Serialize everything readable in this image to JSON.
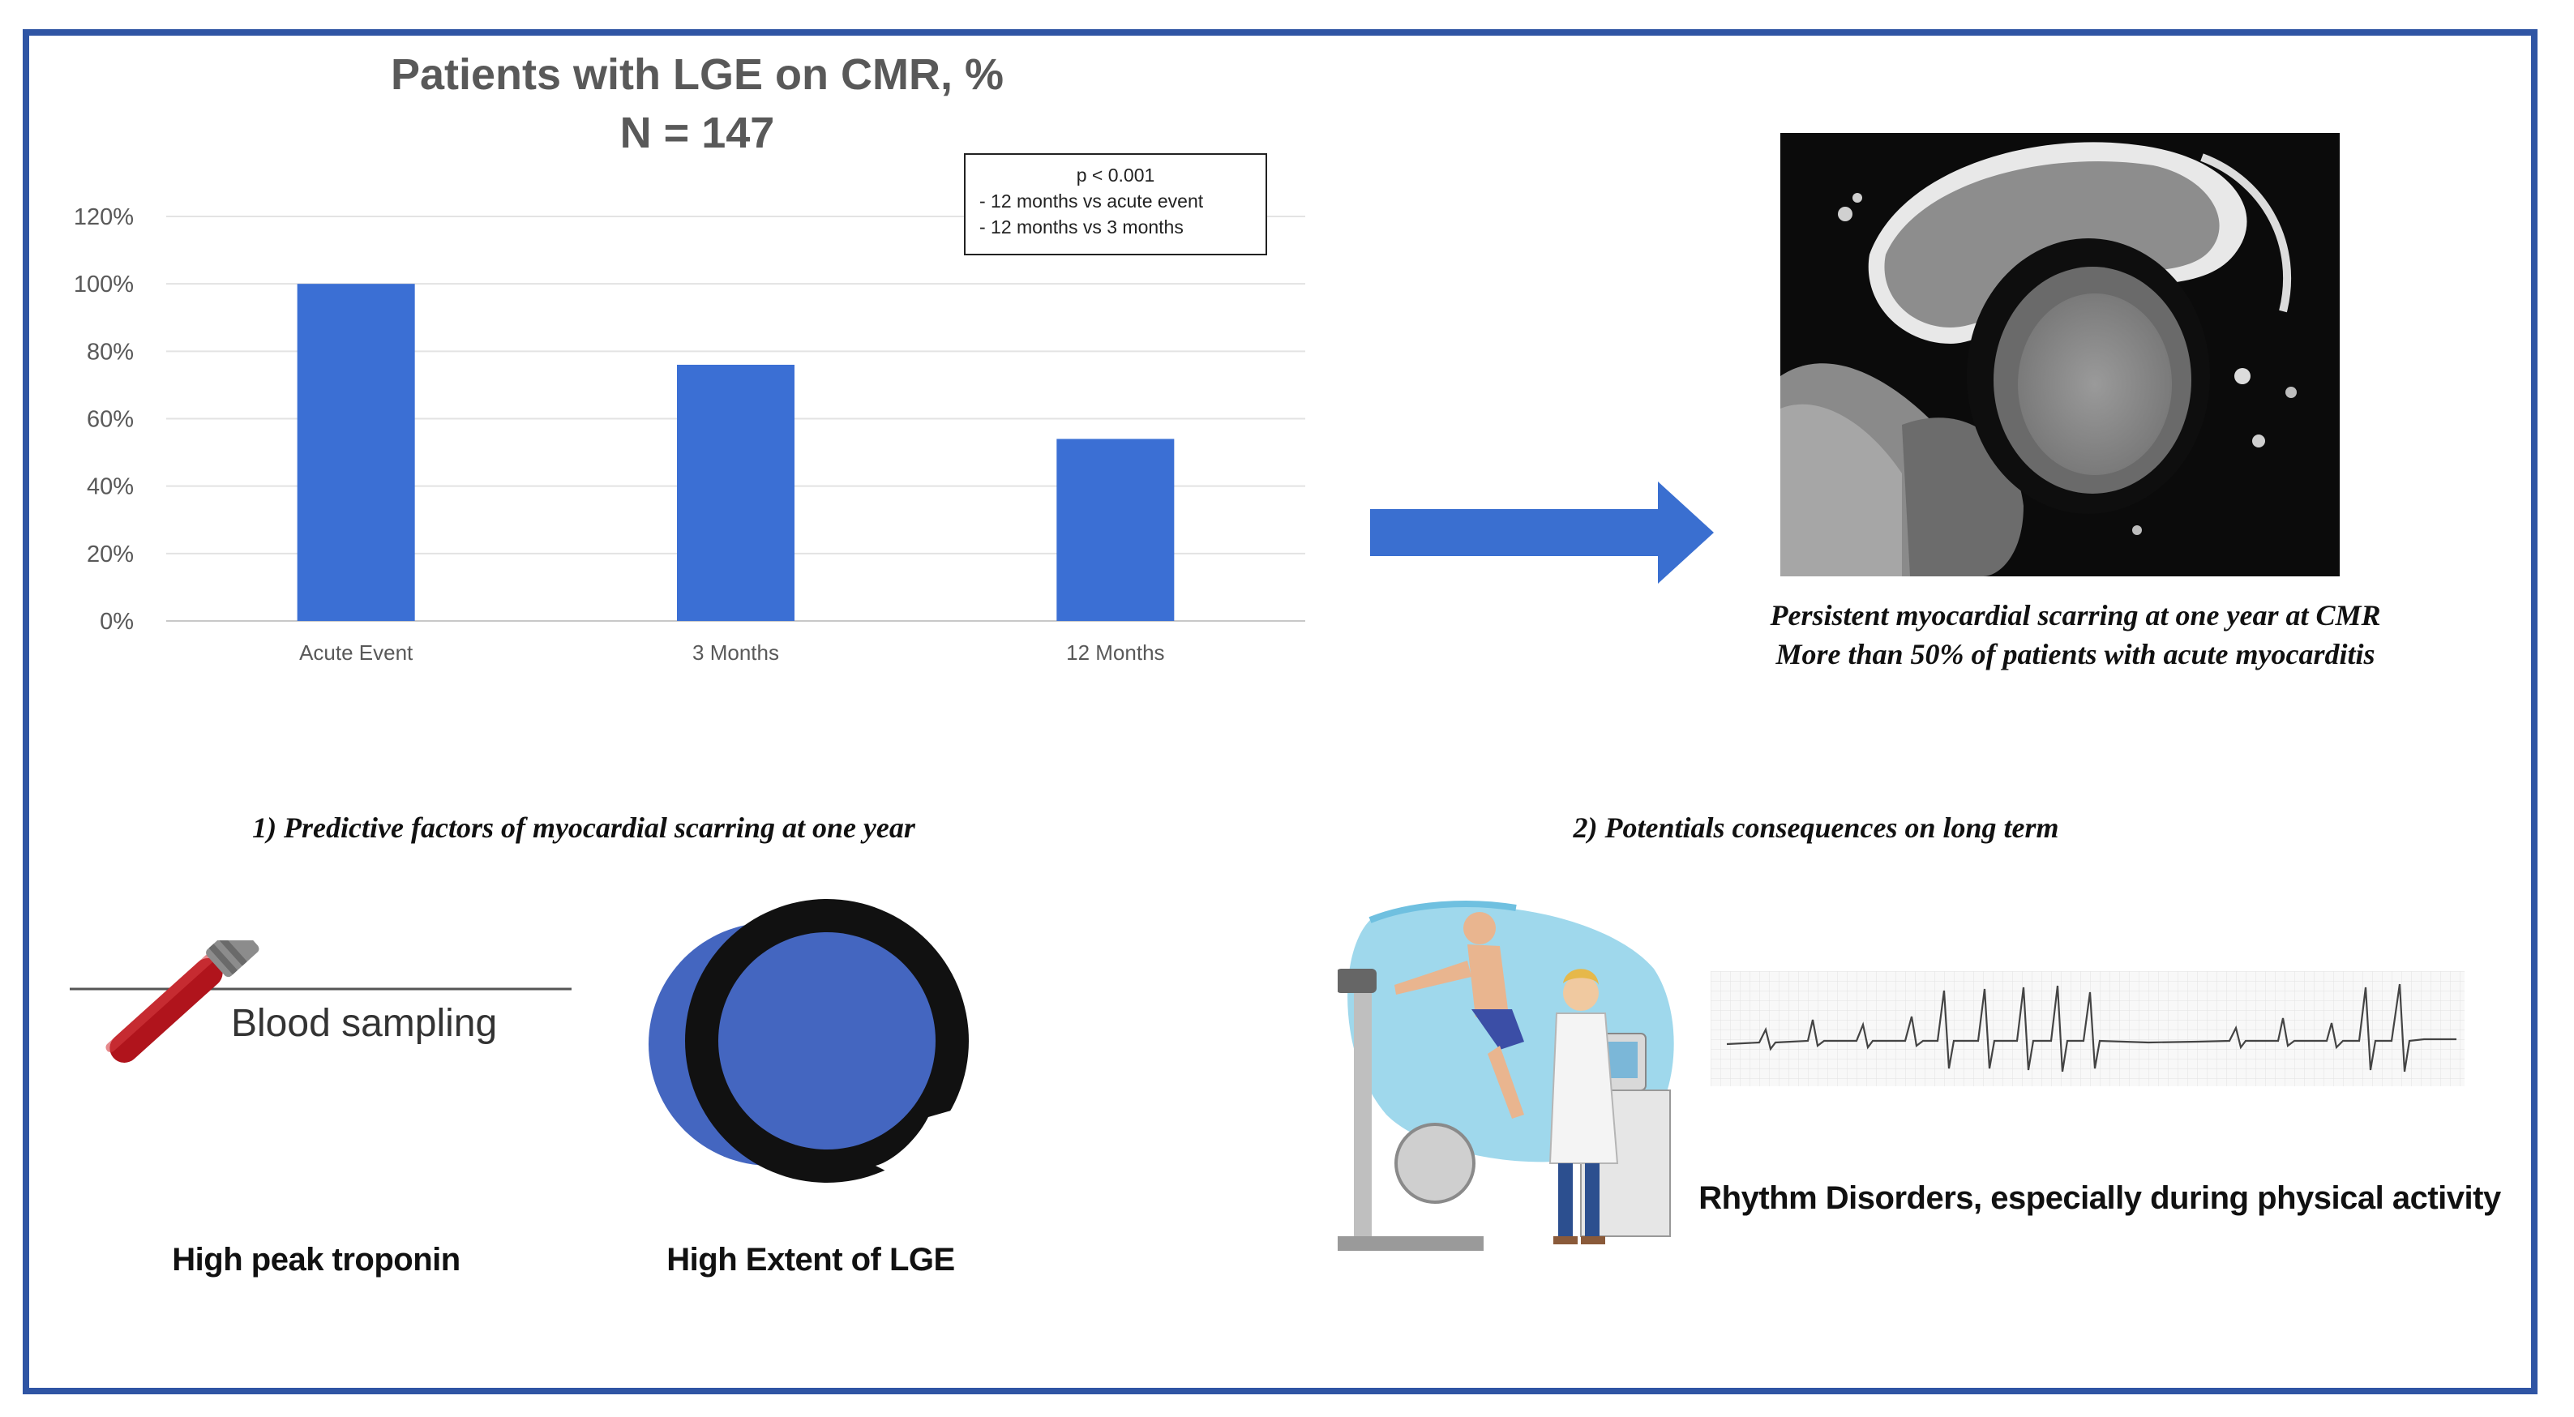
{
  "chart_data": {
    "type": "bar",
    "title": "Patients with LGE on CMR, %",
    "subtitle": "N = 147",
    "categories": [
      "Acute Event",
      "3 Months",
      "12 Months"
    ],
    "values": [
      100,
      76,
      54
    ],
    "unit": "%",
    "ylim": [
      0,
      120
    ],
    "yticks": [
      "0%",
      "20%",
      "40%",
      "60%",
      "80%",
      "100%",
      "120%"
    ],
    "grid": true,
    "bar_color": "#3b6fd4",
    "annotation_box": [
      "p < 0.001",
      "- 12 months vs acute event",
      "- 12 months vs 3 months"
    ]
  },
  "mri_caption": {
    "line1": "Persistent myocardial scarring at one year at CMR",
    "line2": "More than 50% of patients with acute myocarditis"
  },
  "section1": {
    "heading": "1) Predictive factors of myocardial scarring at one year",
    "blood_sampling_text": "Blood sampling",
    "troponin_label": "High peak troponin",
    "lge_label": "High Extent of LGE"
  },
  "section2": {
    "heading": "2) Potentials consequences on long term",
    "rhythm_label": "Rhythm Disorders, especially during physical activity"
  },
  "colors": {
    "frame": "#2f55a4",
    "arrow": "#3a6fd0",
    "bar": "#3b6fd4",
    "circle_blue": "#4466c0",
    "tube_red": "#b0141c"
  }
}
